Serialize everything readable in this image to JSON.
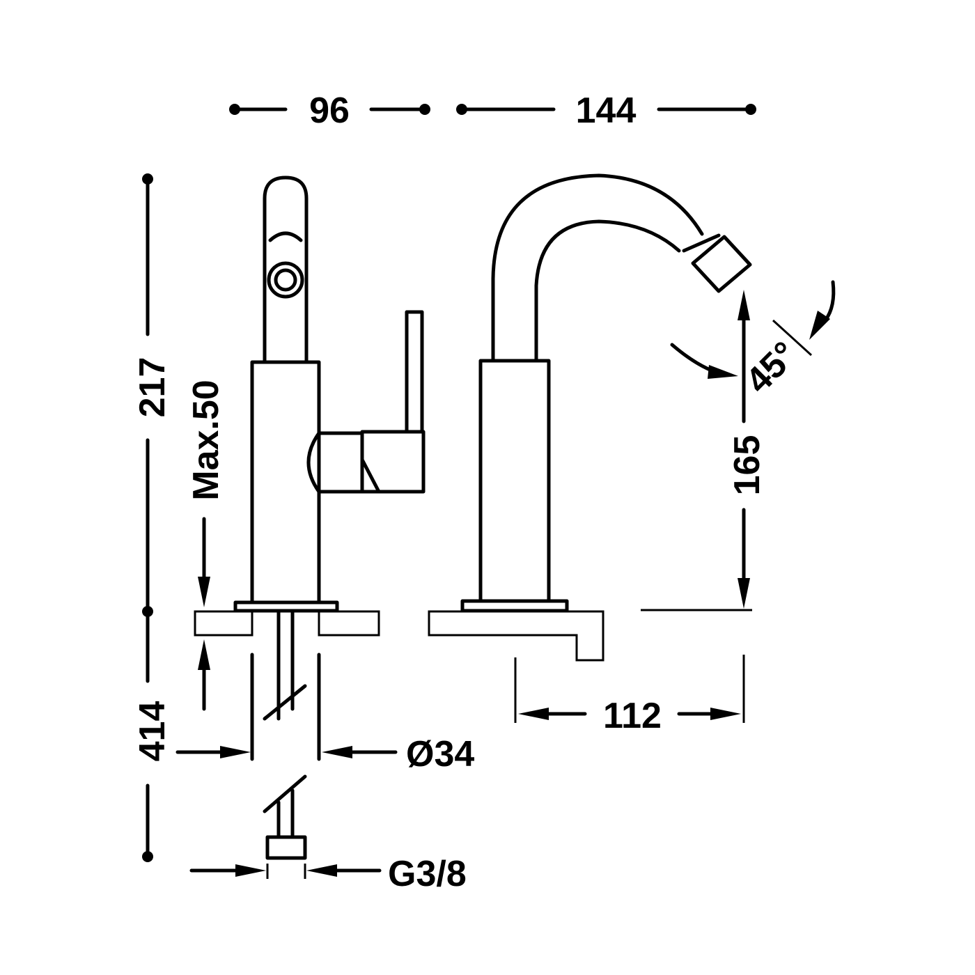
{
  "dimensions": {
    "top_left_width": "96",
    "top_right_width": "144",
    "overall_height": "217",
    "max_deck": "Max.50",
    "spout_height": "165",
    "spout_angle": "45°",
    "below_deck_length": "414",
    "hole_diameter": "Ø34",
    "spout_reach": "112",
    "connection_thread": "G3/8"
  },
  "colors": {
    "ink": "#000000",
    "background": "#ffffff"
  }
}
